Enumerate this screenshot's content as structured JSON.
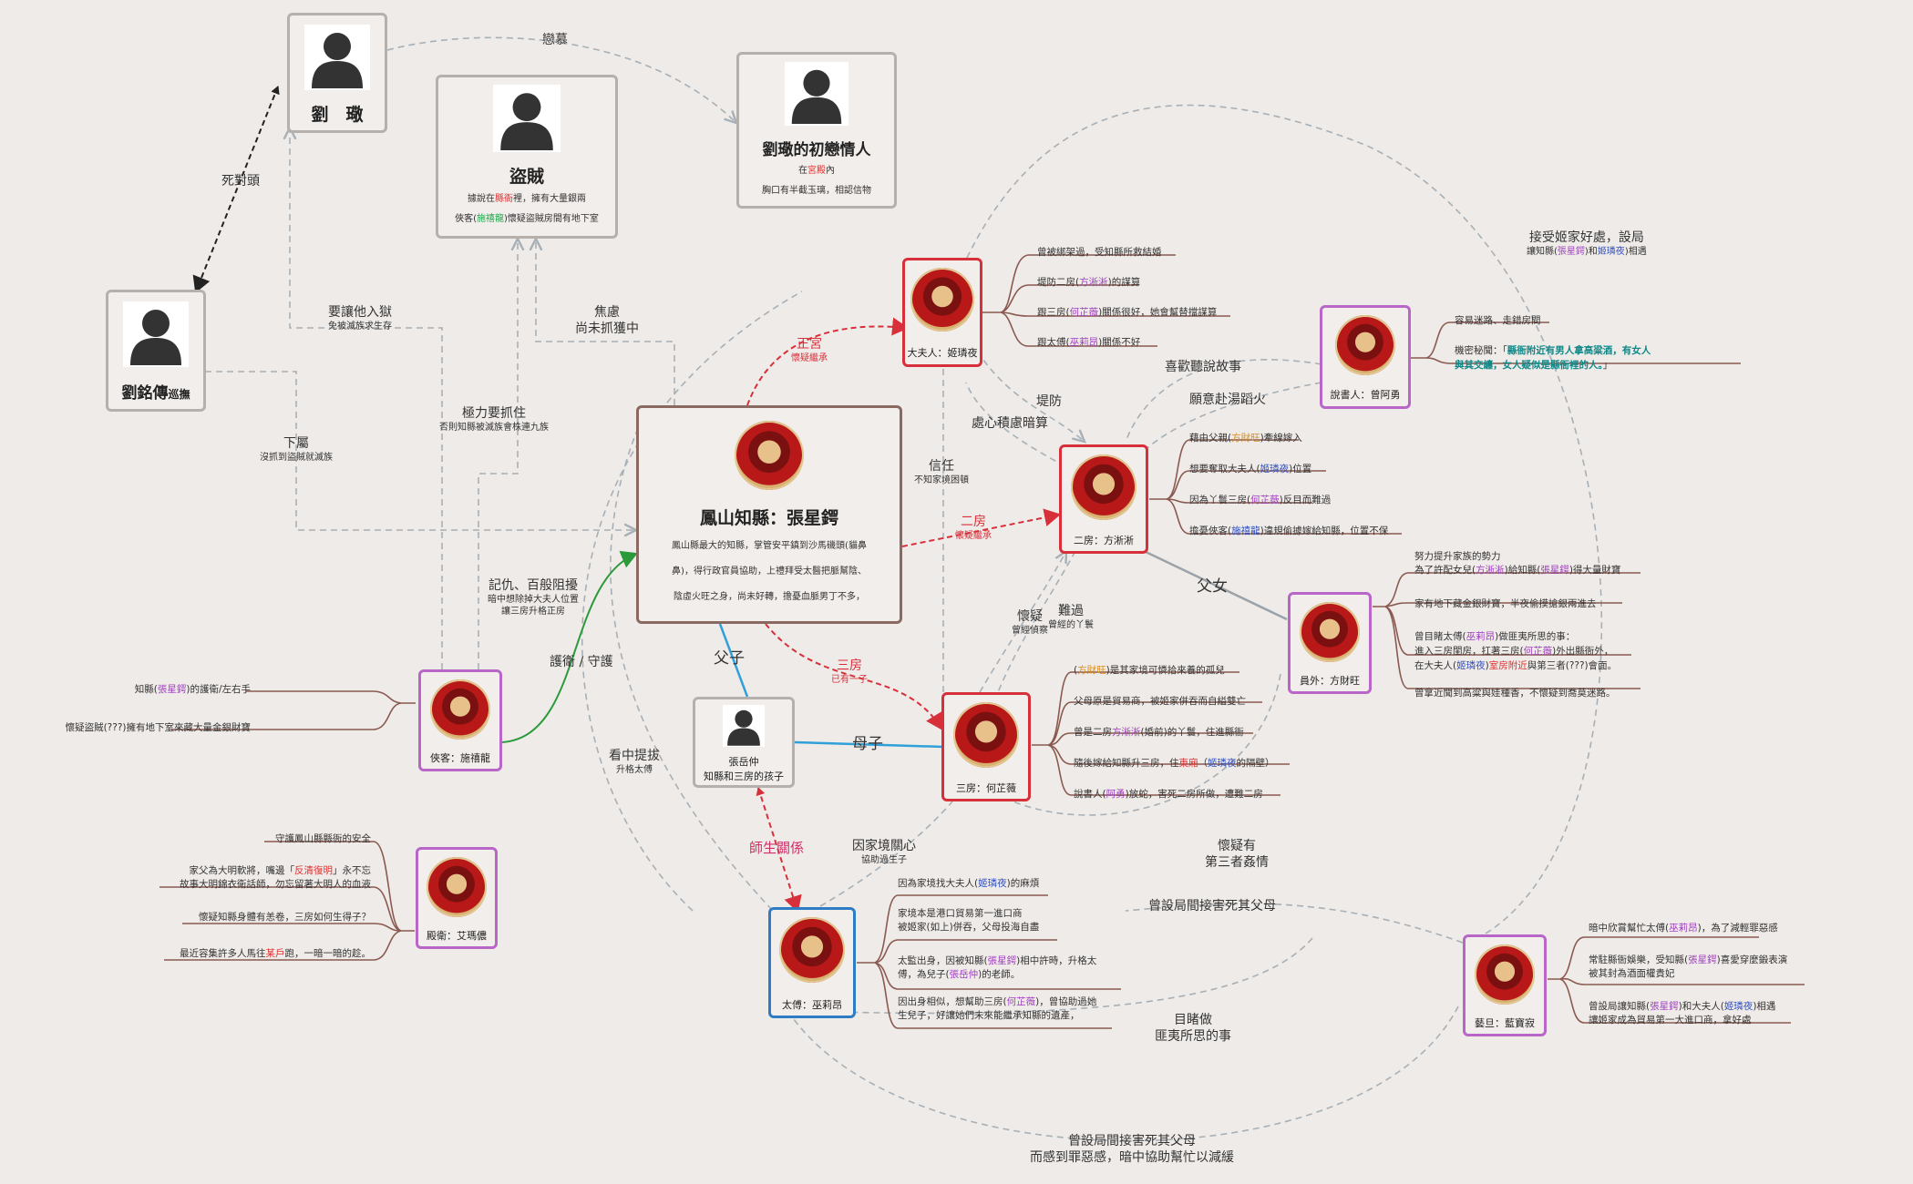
{
  "colors": {
    "background": "#efebe8",
    "border_gray": "#b5b0ac",
    "border_red": "#d8303a",
    "border_purple": "#b866c8",
    "border_blue": "#2d7cc4",
    "border_brown": "#8a6a60",
    "dashed_line": "#a7b0b6",
    "branch_line": "#8a5a50",
    "green_line": "#2a9a3a",
    "blue_line": "#30a0d8"
  },
  "cards": {
    "liu_che": {
      "name": "劉　璥",
      "icon": "person-silhouette-icon"
    },
    "liu_mingchuan": {
      "name": "劉銘傳",
      "suffix": "巡撫",
      "icon": "person-silhouette-icon"
    },
    "bandit": {
      "name": "盜賊",
      "line1_pre": "據說在",
      "line1_hl": "縣衙",
      "line1_post": "裡，擁有大量銀兩",
      "line2_pre": "俠客(",
      "line2_hl": "施禧龍",
      "line2_post": ")懷疑盜賊房間有地下室",
      "icon": "person-silhouette-icon"
    },
    "first_love": {
      "name": "劉璥的初戀情人",
      "line1_pre": "在",
      "line1_hl": "宮殿",
      "line1_post": "內",
      "line2": "胸口有半截玉璃，相認信物",
      "icon": "person-silhouette-icon"
    },
    "magistrate": {
      "name": "鳳山知縣：張星鍔",
      "desc1": "鳳山縣最大的知縣，掌管安平鎮到沙馬磯頭(貓鼻",
      "desc2": "鼻)，得行政官員協助，上禮拜受太醫把脈幫陰、",
      "desc3": "陰虛火旺之身，尚未好轉，擔憂血脈男丁不多，"
    },
    "son": {
      "name": "張岳仲",
      "line1": "知縣和三房的孩子",
      "icon": "person-silhouette-icon"
    },
    "wife1": {
      "label": "大夫人：姬璘夜"
    },
    "wife2": {
      "label": "二房：方淅淅"
    },
    "wife3": {
      "label": "三房：何芷薇"
    },
    "storyteller": {
      "label": "說書人：曾阿勇"
    },
    "fang_father": {
      "label": "員外：方財旺"
    },
    "knight": {
      "label": "俠客：施禧龍"
    },
    "guard": {
      "label": "殿衛：艾瑪儂"
    },
    "tutor": {
      "label": "太傅：巫莉昂"
    },
    "opera": {
      "label": "藝旦：藍寶寂"
    }
  },
  "labels": {
    "rival": "死對頭",
    "love": "戀慕",
    "want_jail": "要讓他入獄",
    "want_jail_sub": "免被滅族求生存",
    "anxious": "焦慮",
    "anxious_sub": "尚未抓獲中",
    "subordinate": "下屬",
    "subordinate_sub": "沒抓到盜賊就滅族",
    "catch": "極力要抓住",
    "catch_sub": "否則知縣被滅族會株連九族",
    "revenge": "記仇、百般阻擾",
    "revenge_sub1": "暗中想除掉大夫人位置",
    "revenge_sub2": "讓三房升格正房",
    "protect": "護衛 / 守護",
    "father_son": "父子",
    "mother_son": "母子",
    "father_daughter": "父女",
    "main_wife": "正宮",
    "main_wife_sub": "懷疑繼承",
    "second": "二房",
    "second_sub": "懷疑繼承",
    "third": "三房",
    "third_sub": "已有一子",
    "trust": "信任",
    "trust_sub": "不知家境困頓",
    "guard_against": "堤防",
    "scheme": "處心積慮暗算",
    "like_stories": "喜歡聽說故事",
    "willing": "願意赴湯蹈火",
    "suspect": "懷疑",
    "suspect_sub": "曾經偵察",
    "hard": "難過",
    "hard_sub": "曾經的丫鬟",
    "promote": "看中提拔",
    "promote_sub": "升格太傅",
    "teacher": "師生關係",
    "care": "因家境關心",
    "care_sub": "協助過生子",
    "suspect3": "懷疑有",
    "suspect3_2": "第三者姦情",
    "schemed_parents": "曾設局間接害死其父母",
    "witness": "目睹做",
    "witness_2": "匪夷所思的事",
    "accept": "接受姬家好處，設局",
    "accept_sub_pre": "讓知縣(",
    "accept_sub_hl1": "張星鍔",
    "accept_sub_mid": ")和",
    "accept_sub_hl2": "姬璘夜",
    "accept_sub_post": ")相遇",
    "bottom1": "曾設局間接害死其父母",
    "bottom2": "而感到罪惡感，暗中協助幫忙以減緩"
  },
  "notes": {
    "wife1": [
      "曾被綁架過，受知縣所救結婚",
      "堤防二房(|方淅淅|)的謀算",
      "跟三房(|何芷薇|)關係很好，她會幫替擋謀算",
      "跟太傅(|巫莉昂|)關係不好"
    ],
    "wife2": [
      "藉由父親(|方財旺|)牽線嫁入",
      "想要奪取大夫人(|姬璘夜|)位置",
      "因為丫鬟三房(|何芷薇|)反目而難過",
      "擔憂俠客(|施禧龍|)違規偷據嫁給知縣，位置不保"
    ],
    "wife3": [
      "(|方財旺|)是其家境可憐拾來養的孤兒",
      "父母原是貿易商，被姬家併吞而自縊雙亡",
      "曾是二房|方淅淅|(婚前)的丫鬟，住進縣衙",
      "隨後嫁給知縣升三房，住|東廂|（|姬璘夜|的隔壁）",
      "說書人(|阿勇|)放蛇，害死二房所做，遭難二房"
    ],
    "storyteller": [
      "容易迷路、走錯房間",
      "機密秘聞：「|縣衙附近有男人拿高粱酒，有女人|",
      "|與其交纏，女人疑似是縣衙裡的人。|」"
    ],
    "fang_father": [
      "努力提升家族的勢力",
      "為了許配女兒(|方淅淅|)給知縣(|張星鍔|)得大量財寶",
      "家有地下藏金銀財寶，半夜偷摸搶銀兩進去",
      "曾目睹太傅(|巫莉昂|)做匪夷所思的事：",
      "進入三房閨房，扛著三房(|何芷薇|)外出縣衙外，",
      "在大夫人(|姬璘夜|)|室房附近|與第三者(???)會面。",
      "曾拿近聞到高粱與娃種香，不懷疑到喬莫迷路。"
    ],
    "knight": [
      "知縣(|張星鍔|)的護衛/左右手",
      "懷疑盜賊(???)擁有地下室來藏大量金銀財寶"
    ],
    "guard": [
      "守護鳳山縣縣衙的安全",
      "家父為大明軟將，嘴邊「|反清復明|」永不忘",
      "故事大明錦衣衛話師，勿忘留著大明人的血液",
      "懷疑知縣身體有恙卷，三房如何生得子？",
      "最近容集許多人馬往|某戶|跑，一暗一暗的趁。"
    ],
    "tutor": [
      "因為家境找大夫人(|姬璘夜|)的麻煩",
      "家境本是港口貿易第一進口商",
      "被姬家(如上)併吞，父母投海自盡",
      "太監出身，因被知縣(|張星鍔|)相中許時，升格太",
      "傅，為兒子(|張岳仲|)的老師。",
      "因出身相似，想幫助三房(|何芷薇|)，曾協助過她",
      "生兒子，好讓她們未來能繼承知縣的遺產，"
    ],
    "opera": [
      "暗中欣賞幫忙太傅(|巫莉昂|)，為了減輕罪惡感",
      "常駐縣衙娛樂，受知縣(|張星鍔|)喜愛穿麼鍛表演",
      "被其封為酒面權貴妃",
      "曾設局讓知縣(|張星鍔|)和大夫人(|姬璘夜|)相遇",
      "讓姬家成為貿易第一大進口商，拿好處"
    ]
  }
}
